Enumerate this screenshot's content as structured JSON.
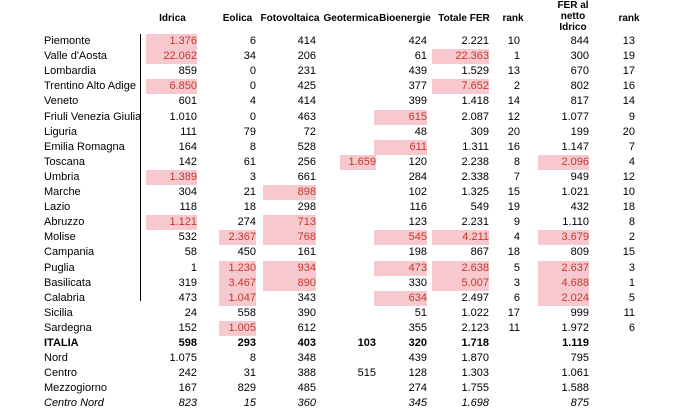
{
  "table": {
    "headers": {
      "idrica": "Idrica",
      "eolica": "Eolica",
      "fotovoltaica": "Fotovoltaica",
      "geotermica": "Geotermica",
      "bioenergie": "Bioenergie",
      "totale": "Totale FER",
      "rank1": "rank",
      "fer_netto_line1": "FER al",
      "fer_netto_line2": "netto",
      "fer_netto_line3": "Idrico",
      "rank2": "rank"
    },
    "highlight_color": "#f7c9cf",
    "highlight_text_color": "#c0392b",
    "rows": [
      {
        "region": "Piemonte",
        "idrica": "1.376",
        "eolica": "6",
        "fotovoltaica": "414",
        "geotermica": "",
        "bioenergie": "424",
        "totale": "2.221",
        "rank1": "10",
        "fer_netto": "844",
        "rank2": "13",
        "hl": [
          "idrica"
        ]
      },
      {
        "region": "Valle d'Aosta",
        "idrica": "22.062",
        "eolica": "34",
        "fotovoltaica": "206",
        "geotermica": "",
        "bioenergie": "61",
        "totale": "22.363",
        "rank1": "1",
        "fer_netto": "300",
        "rank2": "19",
        "hl": [
          "idrica",
          "totale"
        ]
      },
      {
        "region": "Lombardia",
        "idrica": "859",
        "eolica": "0",
        "fotovoltaica": "231",
        "geotermica": "",
        "bioenergie": "439",
        "totale": "1.529",
        "rank1": "13",
        "fer_netto": "670",
        "rank2": "17",
        "hl": []
      },
      {
        "region": "Trentino Alto Adige",
        "idrica": "6.850",
        "eolica": "0",
        "fotovoltaica": "425",
        "geotermica": "",
        "bioenergie": "377",
        "totale": "7.652",
        "rank1": "2",
        "fer_netto": "802",
        "rank2": "16",
        "hl": [
          "idrica",
          "totale"
        ]
      },
      {
        "region": "Veneto",
        "idrica": "601",
        "eolica": "4",
        "fotovoltaica": "414",
        "geotermica": "",
        "bioenergie": "399",
        "totale": "1.418",
        "rank1": "14",
        "fer_netto": "817",
        "rank2": "14",
        "hl": []
      },
      {
        "region": "Friuli Venezia Giulia",
        "idrica": "1.010",
        "eolica": "0",
        "fotovoltaica": "463",
        "geotermica": "",
        "bioenergie": "615",
        "totale": "2.087",
        "rank1": "12",
        "fer_netto": "1.077",
        "rank2": "9",
        "hl": [
          "bioenergie"
        ]
      },
      {
        "region": "Liguria",
        "idrica": "111",
        "eolica": "79",
        "fotovoltaica": "72",
        "geotermica": "",
        "bioenergie": "48",
        "totale": "309",
        "rank1": "20",
        "fer_netto": "199",
        "rank2": "20",
        "hl": []
      },
      {
        "region": "Emilia Romagna",
        "idrica": "164",
        "eolica": "8",
        "fotovoltaica": "528",
        "geotermica": "",
        "bioenergie": "611",
        "totale": "1.311",
        "rank1": "16",
        "fer_netto": "1.147",
        "rank2": "7",
        "hl": [
          "bioenergie"
        ]
      },
      {
        "region": "Toscana",
        "idrica": "142",
        "eolica": "61",
        "fotovoltaica": "256",
        "geotermica": "1.659",
        "bioenergie": "120",
        "totale": "2.238",
        "rank1": "8",
        "fer_netto": "2.096",
        "rank2": "4",
        "hl": [
          "geotermica",
          "fer_netto"
        ]
      },
      {
        "region": "Umbria",
        "idrica": "1.389",
        "eolica": "3",
        "fotovoltaica": "661",
        "geotermica": "",
        "bioenergie": "284",
        "totale": "2.338",
        "rank1": "7",
        "fer_netto": "949",
        "rank2": "12",
        "hl": [
          "idrica"
        ]
      },
      {
        "region": "Marche",
        "idrica": "304",
        "eolica": "21",
        "fotovoltaica": "898",
        "geotermica": "",
        "bioenergie": "102",
        "totale": "1.325",
        "rank1": "15",
        "fer_netto": "1.021",
        "rank2": "10",
        "hl": [
          "fotovoltaica"
        ]
      },
      {
        "region": "Lazio",
        "idrica": "118",
        "eolica": "18",
        "fotovoltaica": "298",
        "geotermica": "",
        "bioenergie": "116",
        "totale": "549",
        "rank1": "19",
        "fer_netto": "432",
        "rank2": "18",
        "hl": []
      },
      {
        "region": "Abruzzo",
        "idrica": "1.121",
        "eolica": "274",
        "fotovoltaica": "713",
        "geotermica": "",
        "bioenergie": "123",
        "totale": "2.231",
        "rank1": "9",
        "fer_netto": "1.110",
        "rank2": "8",
        "hl": [
          "idrica",
          "fotovoltaica"
        ]
      },
      {
        "region": "Molise",
        "idrica": "532",
        "eolica": "2.367",
        "fotovoltaica": "768",
        "geotermica": "",
        "bioenergie": "545",
        "totale": "4.211",
        "rank1": "4",
        "fer_netto": "3.679",
        "rank2": "2",
        "hl": [
          "eolica",
          "fotovoltaica",
          "bioenergie",
          "totale",
          "fer_netto"
        ]
      },
      {
        "region": "Campania",
        "idrica": "58",
        "eolica": "450",
        "fotovoltaica": "161",
        "geotermica": "",
        "bioenergie": "198",
        "totale": "867",
        "rank1": "18",
        "fer_netto": "809",
        "rank2": "15",
        "hl": []
      },
      {
        "region": "Puglia",
        "idrica": "1",
        "eolica": "1.230",
        "fotovoltaica": "934",
        "geotermica": "",
        "bioenergie": "473",
        "totale": "2.638",
        "rank1": "5",
        "fer_netto": "2.637",
        "rank2": "3",
        "hl": [
          "eolica",
          "fotovoltaica",
          "bioenergie",
          "totale",
          "fer_netto"
        ]
      },
      {
        "region": "Basilicata",
        "idrica": "319",
        "eolica": "3.467",
        "fotovoltaica": "890",
        "geotermica": "",
        "bioenergie": "330",
        "totale": "5.007",
        "rank1": "3",
        "fer_netto": "4.688",
        "rank2": "1",
        "hl": [
          "eolica",
          "fotovoltaica",
          "totale",
          "fer_netto"
        ]
      },
      {
        "region": "Calabria",
        "idrica": "473",
        "eolica": "1.047",
        "fotovoltaica": "343",
        "geotermica": "",
        "bioenergie": "634",
        "totale": "2.497",
        "rank1": "6",
        "fer_netto": "2.024",
        "rank2": "5",
        "hl": [
          "eolica",
          "bioenergie",
          "fer_netto"
        ]
      },
      {
        "region": "Sicilia",
        "idrica": "24",
        "eolica": "558",
        "fotovoltaica": "390",
        "geotermica": "",
        "bioenergie": "51",
        "totale": "1.022",
        "rank1": "17",
        "fer_netto": "999",
        "rank2": "11",
        "hl": []
      },
      {
        "region": "Sardegna",
        "idrica": "152",
        "eolica": "1.005",
        "fotovoltaica": "612",
        "geotermica": "",
        "bioenergie": "355",
        "totale": "2.123",
        "rank1": "11",
        "fer_netto": "1.972",
        "rank2": "6",
        "hl": [
          "eolica"
        ]
      },
      {
        "region": "ITALIA",
        "idrica": "598",
        "eolica": "293",
        "fotovoltaica": "403",
        "geotermica": "103",
        "bioenergie": "320",
        "totale": "1.718",
        "rank1": "",
        "fer_netto": "1.119",
        "rank2": "",
        "hl": [],
        "style": "bold"
      },
      {
        "region": "Nord",
        "idrica": "1.075",
        "eolica": "8",
        "fotovoltaica": "348",
        "geotermica": "",
        "bioenergie": "439",
        "totale": "1.870",
        "rank1": "",
        "fer_netto": "795",
        "rank2": "",
        "hl": []
      },
      {
        "region": "Centro",
        "idrica": "242",
        "eolica": "31",
        "fotovoltaica": "388",
        "geotermica": "515",
        "bioenergie": "128",
        "totale": "1.303",
        "rank1": "",
        "fer_netto": "1.061",
        "rank2": "",
        "hl": []
      },
      {
        "region": "Mezzogiorno",
        "idrica": "167",
        "eolica": "829",
        "fotovoltaica": "485",
        "geotermica": "",
        "bioenergie": "274",
        "totale": "1.755",
        "rank1": "",
        "fer_netto": "1.588",
        "rank2": "",
        "hl": []
      },
      {
        "region": "Centro Nord",
        "idrica": "823",
        "eolica": "15",
        "fotovoltaica": "360",
        "geotermica": "",
        "bioenergie": "345",
        "totale": "1.698",
        "rank1": "",
        "fer_netto": "875",
        "rank2": "",
        "hl": [],
        "style": "italic"
      }
    ]
  }
}
